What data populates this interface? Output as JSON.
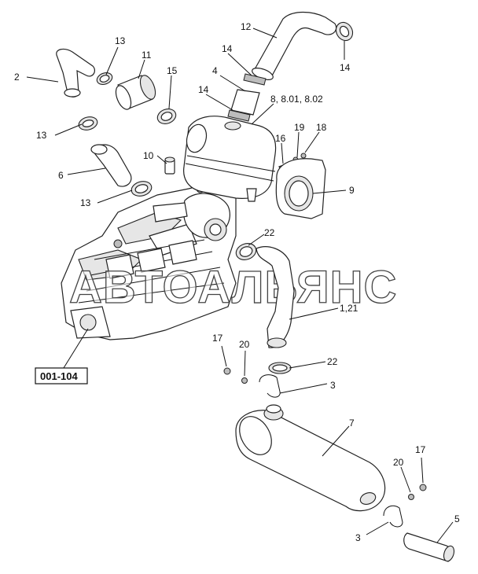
{
  "diagram": {
    "watermark": "АВТОАЛЬЯНС",
    "reference_code": "001-104",
    "labels": {
      "l2": "2",
      "l13a": "13",
      "l11": "11",
      "l12": "12",
      "l14a": "14",
      "l14b": "14",
      "l4": "4",
      "l15": "15",
      "l14c": "14",
      "l8": "8, 8.01, 8.02",
      "l13b": "13",
      "l19": "19",
      "l18": "18",
      "l16": "16",
      "l10": "10",
      "l6": "6",
      "l9": "9",
      "l13c": "13",
      "l22a": "22",
      "l121": "1,21",
      "l17a": "17",
      "l20a": "20",
      "l22b": "22",
      "l3a": "3",
      "l7": "7",
      "l17b": "17",
      "l20b": "20",
      "l5": "5",
      "l3b": "3"
    }
  }
}
